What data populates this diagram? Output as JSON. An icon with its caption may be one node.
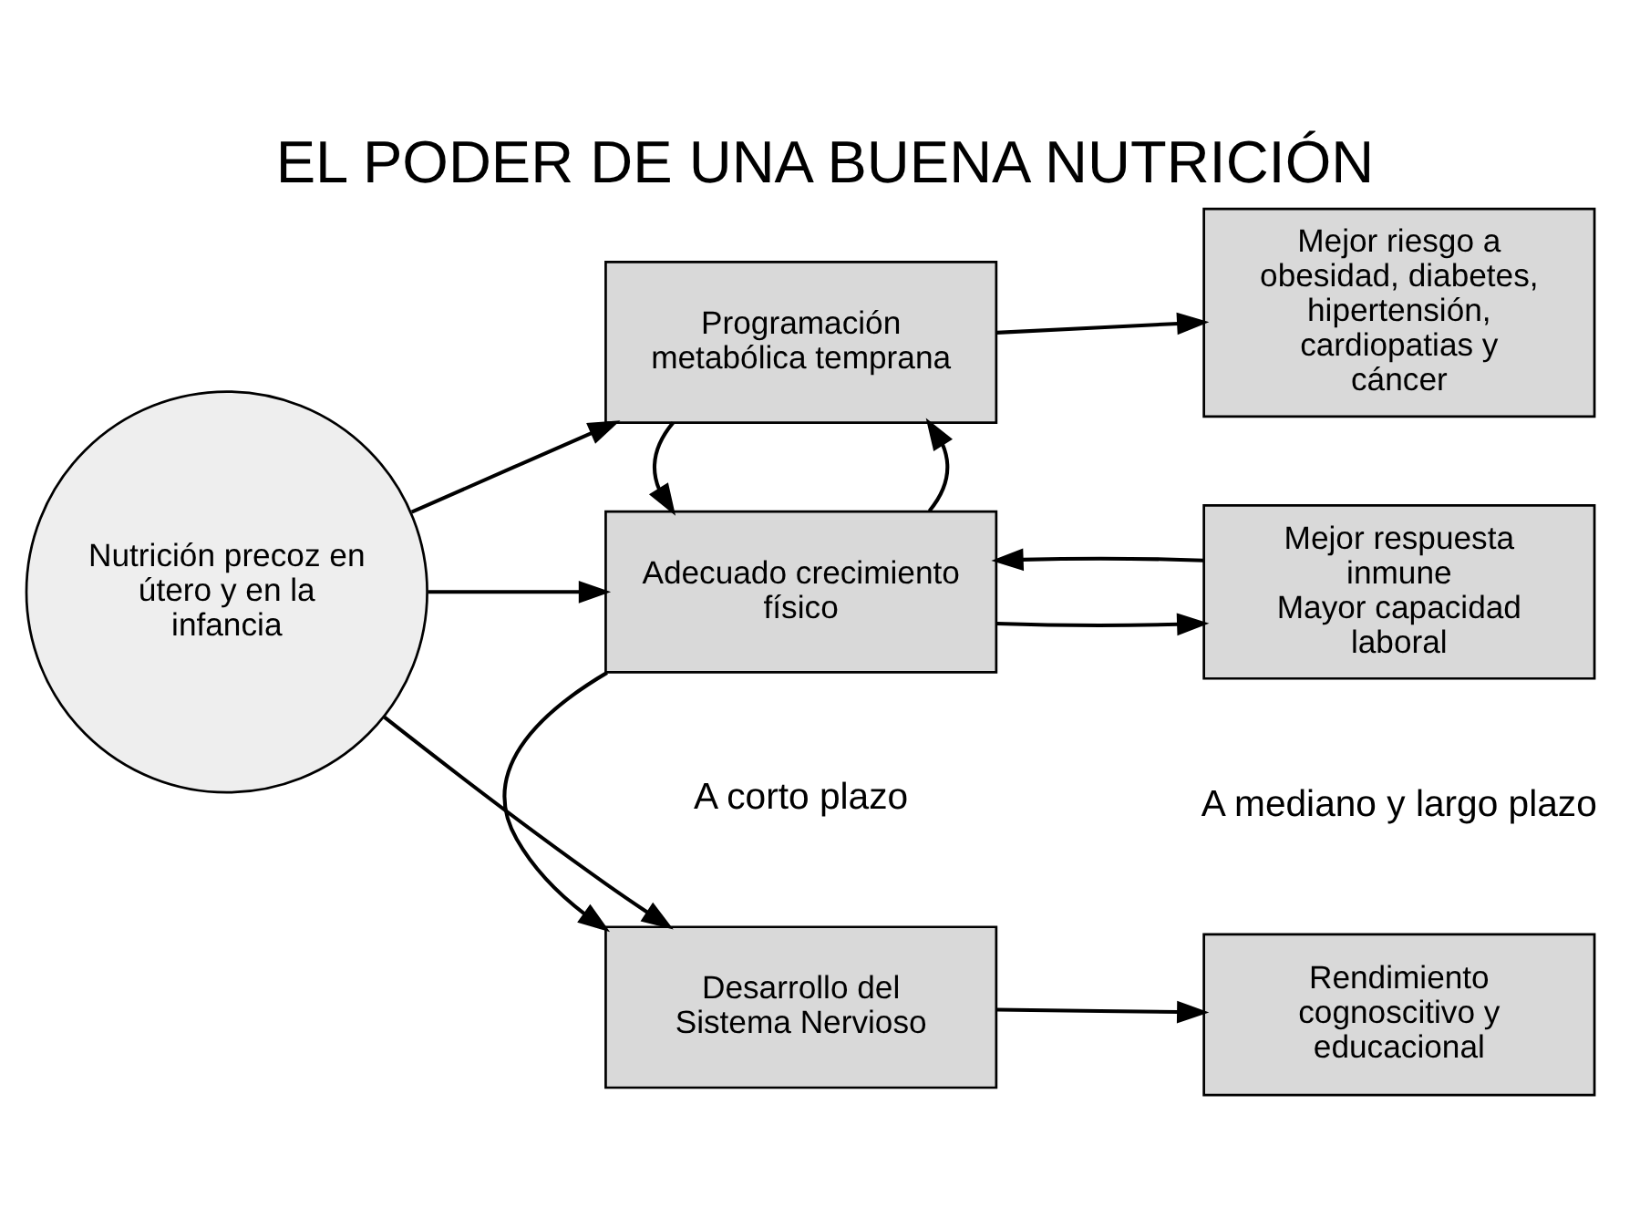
{
  "diagram": {
    "title": "EL PODER DE UNA BUENA NUTRICIÓN",
    "nodes": [
      {
        "text": [
          "Nutrición precoz en útero y en la infancia"
        ]
      },
      {
        "text": [
          "Desarrollo del Sistema Nervioso"
        ]
      },
      {
        "text": [
          "Adecuado crecimiento físico"
        ]
      },
      {
        "text": [
          "Programación metabólica temprana"
        ]
      },
      {
        "text": [
          "Rendimiento cognoscitivo y educacional"
        ]
      },
      {
        "text": [
          "Mejor respuesta inmune",
          "Mayor capacidad laboral"
        ]
      },
      {
        "text": [
          "Mejor riesgo a obesidad, diabetes, hipertensión, cardiopatias y cáncer"
        ]
      }
    ],
    "edges": [
      {
        "from": 0,
        "to": 1,
        "arrow": "to"
      },
      {
        "from": 0,
        "to": 2,
        "arrow": "to"
      },
      {
        "from": 0,
        "to": 3,
        "arrow": "to"
      },
      {
        "from": 2,
        "to": 1,
        "arrow": "to"
      },
      {
        "from": 2,
        "to": 3,
        "arrow": "to"
      },
      {
        "from": 3,
        "to": 2,
        "arrow": "to"
      },
      {
        "from": 1,
        "to": 4,
        "arrow": "to"
      },
      {
        "from": 5,
        "to": 2,
        "arrow": "to"
      },
      {
        "from": 2,
        "to": 5,
        "arrow": "to"
      },
      {
        "from": 3,
        "to": 6,
        "arrow": "to"
      }
    ],
    "labels": [
      "A corto plazo",
      "A mediano y largo plazo"
    ]
  }
}
